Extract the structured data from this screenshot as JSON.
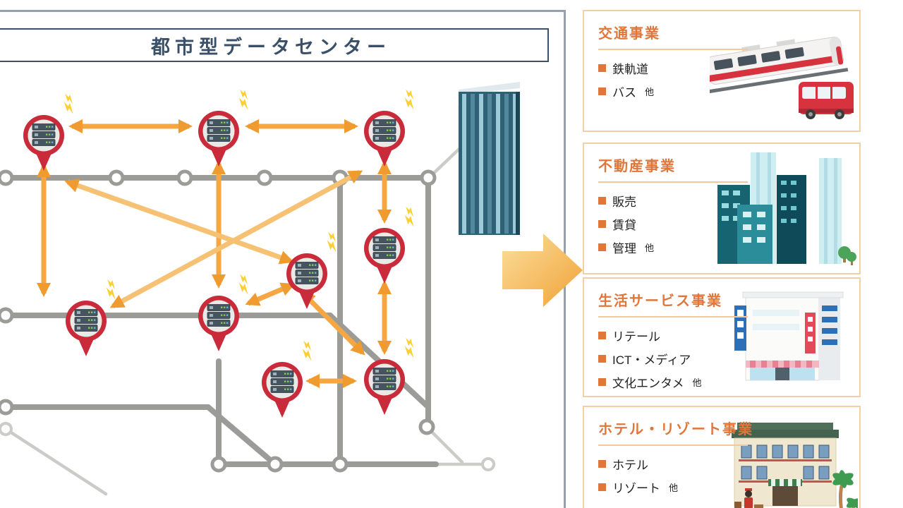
{
  "diagram": {
    "title": "都市型データセンター",
    "pin_icon": "datacenter-server-pin",
    "pin_count": 9,
    "bolt_icon": "wireless-signal",
    "building_icon": "skyscraper",
    "connector_icon": "flow-arrow-right"
  },
  "colors": {
    "panel_border": "#95a2ad",
    "title_navy": "#3a5068",
    "line_gray": "#9b9b97",
    "pin_red": "#c92b3a",
    "arrow_orange": "#f4a743",
    "bolt_yellow": "#fccf33",
    "card_border": "#f2cfa6",
    "card_accent": "#e0763a"
  },
  "cards": [
    {
      "title": "交通事業",
      "illustration": "train-and-bus",
      "items": [
        {
          "label": "鉄軌道",
          "note": ""
        },
        {
          "label": "バス",
          "note": "他"
        }
      ]
    },
    {
      "title": "不動産事業",
      "illustration": "office-buildings",
      "items": [
        {
          "label": "販売",
          "note": ""
        },
        {
          "label": "賃貸",
          "note": ""
        },
        {
          "label": "管理",
          "note": "他"
        }
      ]
    },
    {
      "title": "生活サービス事業",
      "illustration": "retail-building",
      "items": [
        {
          "label": "リテール",
          "note": ""
        },
        {
          "label": "ICT・メディア",
          "note": ""
        },
        {
          "label": "文化エンタメ",
          "note": "他"
        }
      ]
    },
    {
      "title": "ホテル・リゾート事業",
      "illustration": "hotel-resort",
      "items": [
        {
          "label": "ホテル",
          "note": ""
        },
        {
          "label": "リゾート",
          "note": "他"
        }
      ]
    }
  ]
}
